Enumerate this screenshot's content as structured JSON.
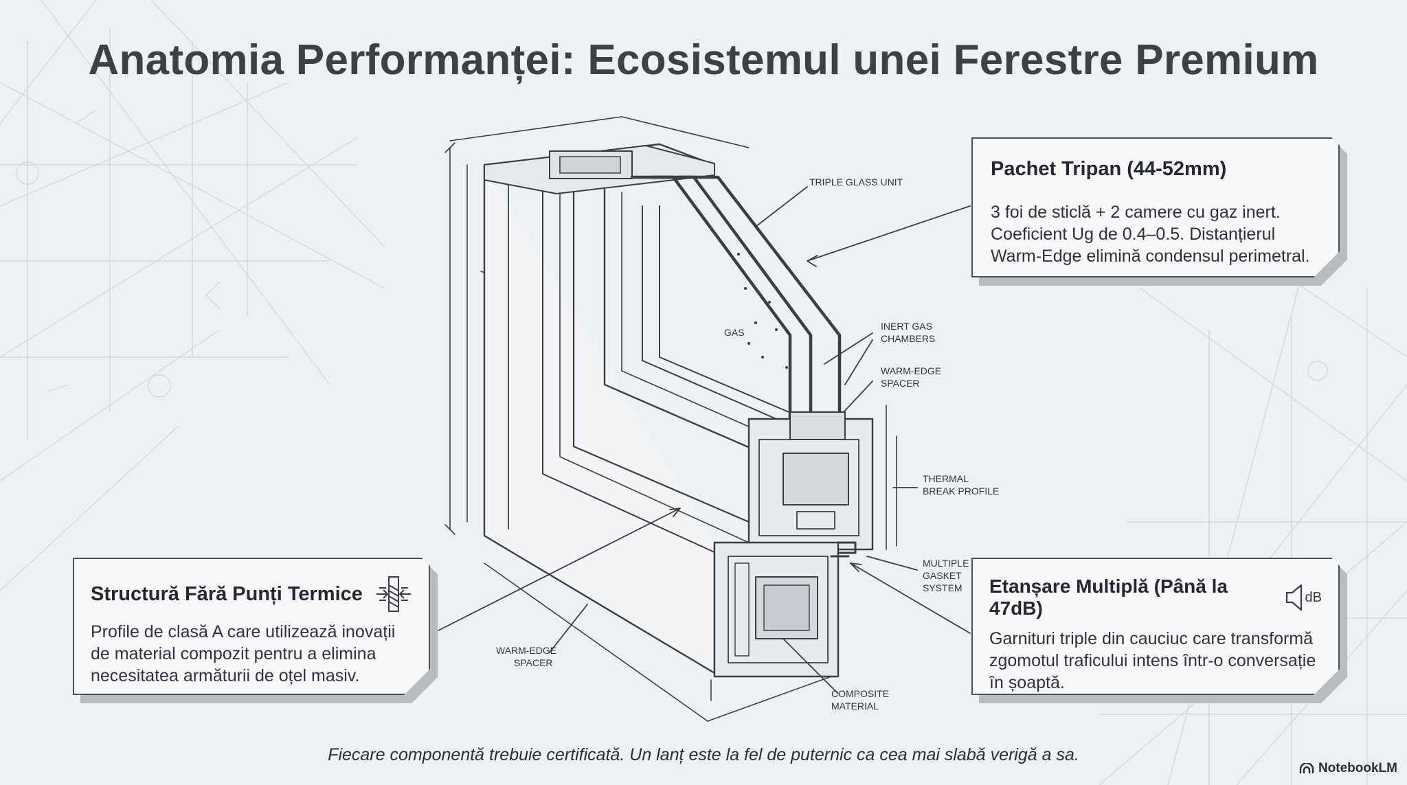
{
  "title": "Anatomia Performanței: Ecosistemul unei Ferestre Premium",
  "callouts": {
    "triple_glass": {
      "heading": "Pachet Tripan (44-52mm)",
      "body": "3 foi de sticlă + 2 camere cu gaz inert. Coeficient Ug de 0.4–0.5. Distanțierul Warm-Edge elimină condensul perimetral."
    },
    "thermal": {
      "heading": "Structură Fără Punți Termice",
      "body": "Profile de clasă A care utilizează inovații de material compozit pentru a elimina necesitatea armăturii de oțel masiv."
    },
    "sealing": {
      "heading": "Etanșare Multiplă (Până la 47dB)",
      "body": "Garnituri triple din cauciuc care transformă zgomotul traficului intens într-o conversație în șoaptă.",
      "icon_text": "dB"
    }
  },
  "diagram_labels": {
    "triple_glass_unit": "TRIPLE GLASS UNIT",
    "gas": "GAS",
    "inert_gas_1": "INERT GAS",
    "inert_gas_2": "CHAMBERS",
    "warm_edge_1": "WARM-EDGE",
    "warm_edge_2": "SPACER",
    "thermal_break_1": "THERMAL",
    "thermal_break_2": "BREAK PROFILE",
    "gasket_1": "MULTIPLE",
    "gasket_2": "GASKET",
    "gasket_3": "SYSTEM",
    "warm_edge_low_1": "WARM-EDGE",
    "warm_edge_low_2": "SPACER",
    "composite_1": "COMPOSITE",
    "composite_2": "MATERIAL"
  },
  "caption": "Fiecare componentă trebuie certificată. Un lanț este la fel de puternic ca cea mai slabă verigă a sa.",
  "brand": "NotebookLM",
  "icons": [
    "thermal-break-icon",
    "speaker-icon",
    "notebooklm-logo-icon"
  ]
}
